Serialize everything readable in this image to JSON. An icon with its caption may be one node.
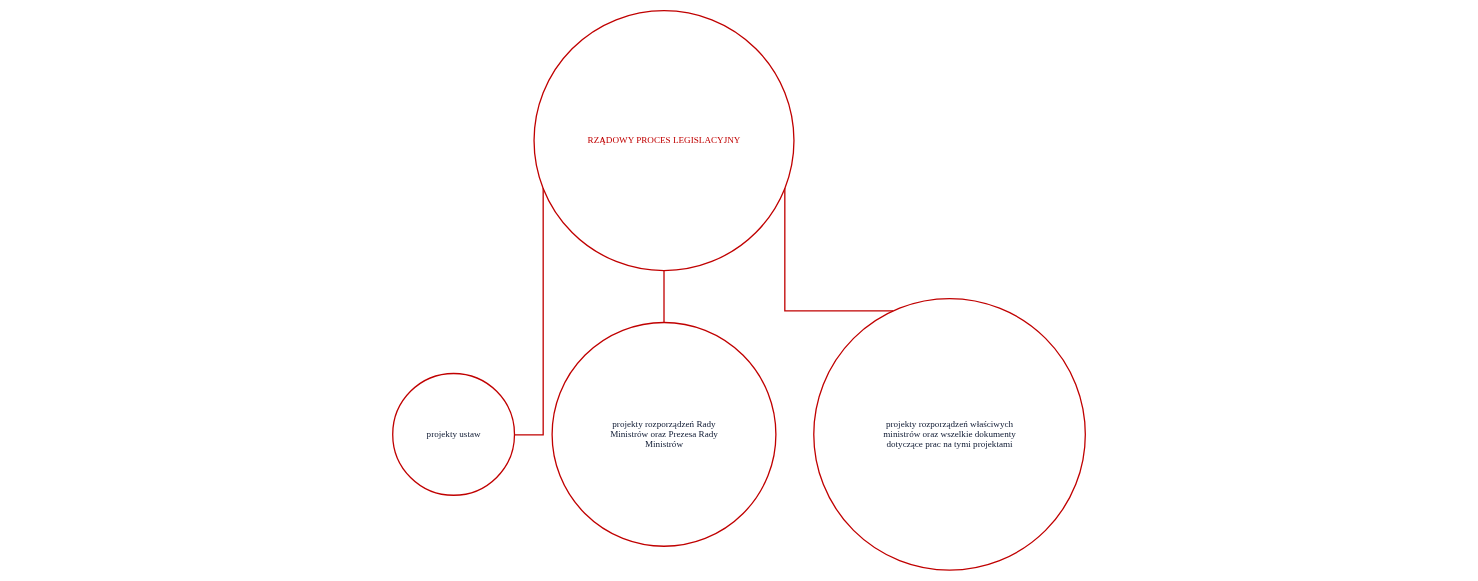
{
  "diagram": {
    "nodes": [
      {
        "text": [
          "RZĄDOWY PROCES LEGISLACYJNY"
        ]
      },
      {
        "text": [
          "projekty ustaw"
        ]
      },
      {
        "text": [
          "projekty rozporządzeń Rady Ministrów oraz Prezesa Rady Ministrów"
        ]
      },
      {
        "text": [
          "projekty rozporządzeń właściwych ministrów oraz wszelkie dokumenty dotyczące prac na tymi projektami"
        ]
      }
    ],
    "edges": [
      {
        "from": 0,
        "to": 1,
        "arrow": "none"
      },
      {
        "from": 0,
        "to": 2,
        "arrow": "none"
      },
      {
        "from": 0,
        "to": 3,
        "arrow": "none"
      }
    ]
  }
}
